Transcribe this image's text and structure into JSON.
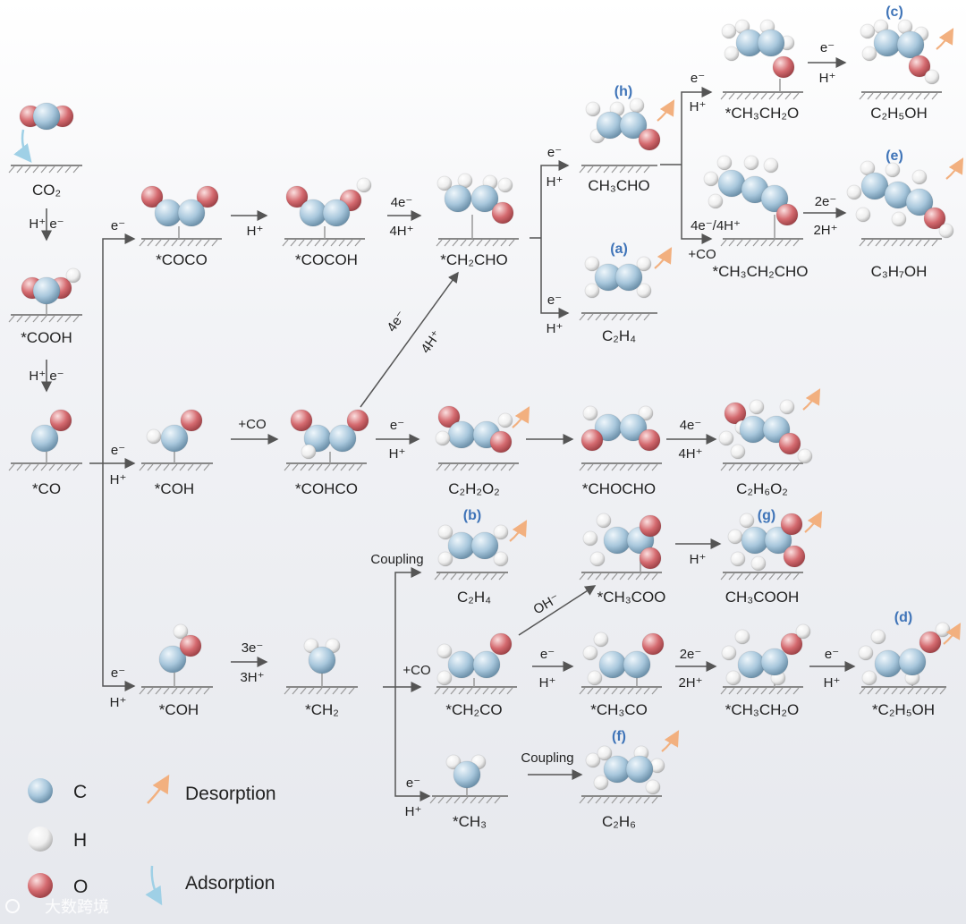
{
  "species": {
    "co2": "CO₂",
    "cooh": "*COOH",
    "co": "*CO",
    "coco": "*COCO",
    "cocoh": "*COCOH",
    "ch2cho": "*CH₂CHO",
    "ch3cho": "CH₃CHO",
    "c2h4_top": "C₂H₄",
    "ch3ch2o_top": "*CH₃CH₂O",
    "c2h5oh": "C₂H₅OH",
    "ch3ch2cho": "*CH₃CH₂CHO",
    "c3h7oh": "C₃H₇OH",
    "coh_mid": "*COH",
    "cohco": "*COHCO",
    "c2h2o2": "C₂H₂O₂",
    "chocho": "*CHOCHO",
    "c2h6o2": "C₂H₆O₂",
    "c2h4_low": "C₂H₄",
    "ch3coo": "*CH₃COO",
    "ch3cooh": "CH₃COOH",
    "coh_low": "*COH",
    "ch2": "*CH₂",
    "ch2co": "*CH₂CO",
    "ch3co": "*CH₃CO",
    "ch3ch2o_low": "*CH₃CH₂O",
    "c2h5oh_ads": "*C₂H₅OH",
    "ch3": "*CH₃",
    "c2h6": "C₂H₆"
  },
  "steps": {
    "e": "e⁻",
    "h": "H⁺",
    "h_e": "H⁺  e⁻",
    "e4": "4e⁻",
    "h4": "4H⁺",
    "e4_diag": "4e⁻",
    "h4_diag": "4H⁺",
    "e4h4": "4e⁻/4H⁺",
    "co_add": "+CO",
    "e2": "2e⁻",
    "h2": "2H⁺",
    "e3": "3e⁻",
    "h3": "3H⁺",
    "coupling": "Coupling",
    "oh": "OH⁻"
  },
  "product_tags": {
    "a": "(a)",
    "b": "(b)",
    "c": "(c)",
    "d": "(d)",
    "e": "(e)",
    "f": "(f)",
    "g": "(g)",
    "h": "(h)"
  },
  "legend": {
    "c": "C",
    "h": "H",
    "o": "O",
    "desorption": "Desorption",
    "adsorption": "Adsorption"
  },
  "watermark": "大数跨境",
  "colors": {
    "carbon": "#a8c7dc",
    "hydrogen": "#f2f2f2",
    "oxygen": "#d46a6f",
    "desorption_arrow": "#f2b07f",
    "adsorption_arrow": "#9fd0e6",
    "arrow": "#555555",
    "tag": "#3f74b8"
  }
}
